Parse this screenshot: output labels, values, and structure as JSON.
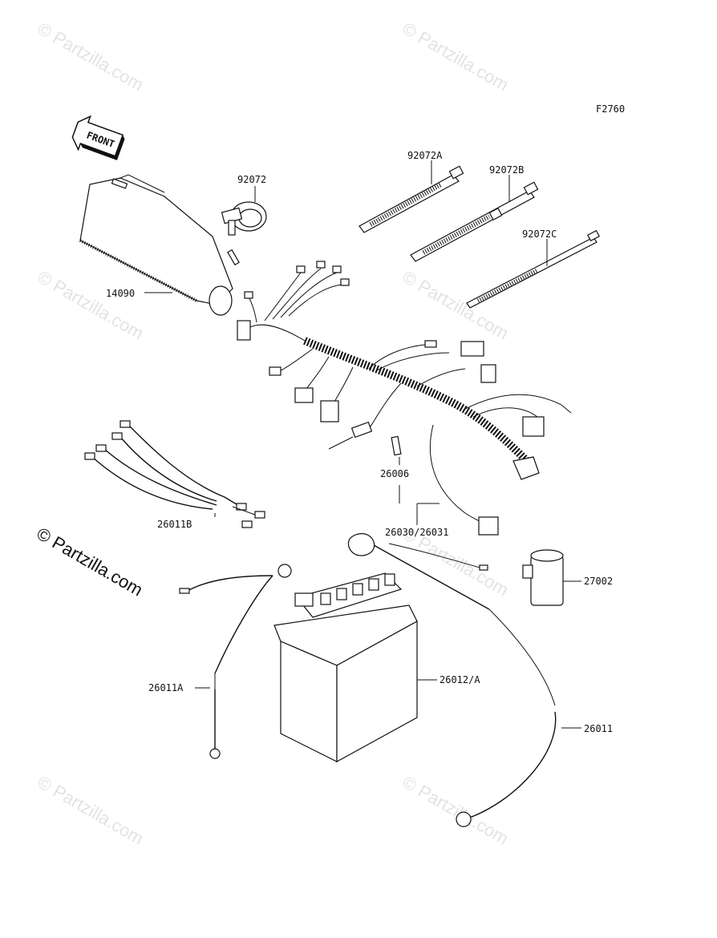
{
  "diagram_code": "F2760",
  "front_label": "FRONT",
  "watermark": {
    "faint": "© Partzilla.com",
    "main": "© Partzilla.com"
  },
  "parts": [
    {
      "id": "p14090",
      "number": "14090"
    },
    {
      "id": "p92072",
      "number": "92072"
    },
    {
      "id": "p92072A",
      "number": "92072A"
    },
    {
      "id": "p92072B",
      "number": "92072B"
    },
    {
      "id": "p92072C",
      "number": "92072C"
    },
    {
      "id": "p26006",
      "number": "26006"
    },
    {
      "id": "p26030",
      "number": "26030/26031"
    },
    {
      "id": "p26011B",
      "number": "26011B"
    },
    {
      "id": "p27002",
      "number": "27002"
    },
    {
      "id": "p26011A",
      "number": "26011A"
    },
    {
      "id": "p26012",
      "number": "26012/A"
    },
    {
      "id": "p26011",
      "number": "26011"
    }
  ]
}
